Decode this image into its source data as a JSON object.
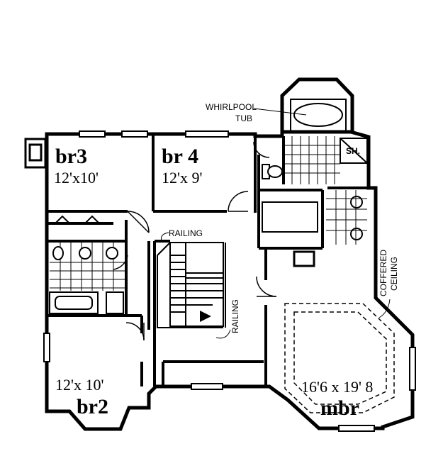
{
  "rooms": {
    "br3": {
      "name": "br3",
      "size": "12'x10'"
    },
    "br4": {
      "name": "br 4",
      "size": "12'x 9'"
    },
    "br2": {
      "name": "br2",
      "size": "12'x 10'"
    },
    "mbr": {
      "name": "mbr",
      "size": "16'6 x 19' 8"
    }
  },
  "annotations": {
    "whirlpool_line1": "WHIRLPOOL",
    "whirlpool_line2": "TUB",
    "shower": "SH.",
    "railing_top": "RAILING",
    "railing_side": "RAILING",
    "coffered_line1": "COFFERED",
    "coffered_line2": "CEILING"
  }
}
